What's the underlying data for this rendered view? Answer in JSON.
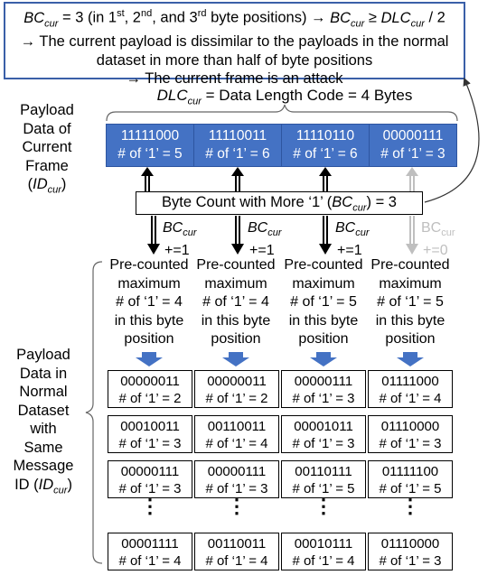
{
  "top_box": {
    "line1_a": "BC",
    "line1_a_sub": "cur",
    "line1_b": " = 3 (in 1",
    "line1_sup1": "st",
    "line1_c": ", 2",
    "line1_sup2": "nd",
    "line1_d": ", and 3",
    "line1_sup3": "rd",
    "line1_e": " byte positions) → ",
    "line1_f": "BC",
    "line1_f_sub": "cur",
    "line1_g": " ≥ ",
    "line1_h": "DLC",
    "line1_h_sub": "cur",
    "line1_i": " / 2",
    "line2": "→ The current payload is dissimilar to the payloads in the normal",
    "line3": "dataset in more than half of byte positions",
    "line4": "→ The current frame is an attack"
  },
  "dlc_label": {
    "a": "DLC",
    "sub": "cur",
    "b": " = Data Length Code = 4 Bytes"
  },
  "current_label": {
    "l1": "Payload",
    "l2": "Data of",
    "l3": "Current",
    "l4": "Frame",
    "l5_open": "(",
    "l5_id": "ID",
    "l5_sub": "cur",
    "l5_close": ")"
  },
  "current_bytes": [
    {
      "bits": "11111000",
      "count": "# of ‘1’ = 5"
    },
    {
      "bits": "11110011",
      "count": "# of ‘1’ = 6"
    },
    {
      "bits": "11110110",
      "count": "# of ‘1’ = 6"
    },
    {
      "bits": "00000111",
      "count": "# of ‘1’ = 3"
    }
  ],
  "byte_count": {
    "a": "Byte Count with More ‘1’ (",
    "bc": "BC",
    "sub": "cur",
    "b": ") = 3"
  },
  "increments": [
    {
      "bc": "BC",
      "sub": "cur",
      "inc": "+=1"
    },
    {
      "bc": "BC",
      "sub": "cur",
      "inc": "+=1"
    },
    {
      "bc": "BC",
      "sub": "cur",
      "inc": "+=1"
    },
    {
      "bc": "BC",
      "sub": "cur",
      "inc": "+=0"
    }
  ],
  "precounted": [
    {
      "l1": "Pre-counted",
      "l2": "maximum",
      "l3": "# of ‘1’ = 4",
      "l4": "in this byte",
      "l5": "position"
    },
    {
      "l1": "Pre-counted",
      "l2": "maximum",
      "l3": "# of ‘1’ = 4",
      "l4": "in this byte",
      "l5": "position"
    },
    {
      "l1": "Pre-counted",
      "l2": "maximum",
      "l3": "# of ‘1’ = 5",
      "l4": "in this byte",
      "l5": "position"
    },
    {
      "l1": "Pre-counted",
      "l2": "maximum",
      "l3": "# of ‘1’ = 5",
      "l4": "in this byte",
      "l5": "position"
    }
  ],
  "normal_label": {
    "l1": "Payload",
    "l2": "Data in",
    "l3": "Normal",
    "l4": "Dataset",
    "l5": "with",
    "l6": "Same",
    "l7": "Message",
    "l8_a": "ID (",
    "l8_id": "ID",
    "l8_sub": "cur",
    "l8_b": ")"
  },
  "normal_rows": [
    [
      {
        "bits": "00000011",
        "count": "# of ‘1’ = 2"
      },
      {
        "bits": "00000011",
        "count": "# of ‘1’ = 2"
      },
      {
        "bits": "00000111",
        "count": "# of ‘1’ = 3"
      },
      {
        "bits": "01111000",
        "count": "# of ‘1’ = 4"
      }
    ],
    [
      {
        "bits": "00010011",
        "count": "# of ‘1’ = 3"
      },
      {
        "bits": "00110011",
        "count": "# of ‘1’ = 4"
      },
      {
        "bits": "00001011",
        "count": "# of ‘1’ = 3"
      },
      {
        "bits": "01110000",
        "count": "# of ‘1’ = 3"
      }
    ],
    [
      {
        "bits": "00000111",
        "count": "# of ‘1’ = 3"
      },
      {
        "bits": "00000111",
        "count": "# of ‘1’ = 3"
      },
      {
        "bits": "00110111",
        "count": "# of ‘1’ = 5"
      },
      {
        "bits": "01111100",
        "count": "# of ‘1’ = 5"
      }
    ],
    [
      {
        "bits": "00001111",
        "count": "# of ‘1’ = 4"
      },
      {
        "bits": "00110011",
        "count": "# of ‘1’ = 4"
      },
      {
        "bits": "00010111",
        "count": "# of ‘1’ = 4"
      },
      {
        "bits": "01110000",
        "count": "# of ‘1’ = 3"
      }
    ]
  ],
  "ellipsis": "⋮",
  "colors": {
    "accent_blue": "#4472c4",
    "box_border": "#3a5fa8",
    "gray_arrow": "#bfbfbf"
  }
}
